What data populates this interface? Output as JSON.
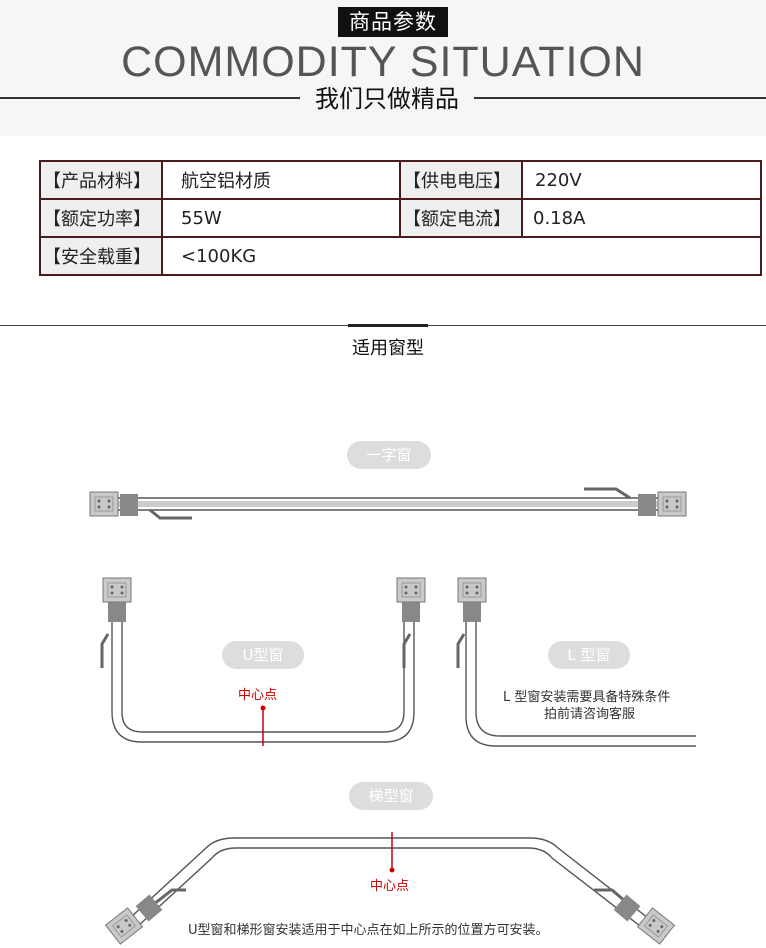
{
  "header": {
    "tag": "商品参数",
    "title_en": "COMMODITY SITUATION",
    "subtitle": "我们只做精品"
  },
  "specs": [
    {
      "label": "【产品材料】",
      "value": "航空铝材质"
    },
    {
      "label": "【供电电压】",
      "value": "220V"
    },
    {
      "label": "【额定功率】",
      "value": "55W"
    },
    {
      "label": "【额定电流】",
      "value": "0.18A"
    },
    {
      "label": "【安全载重】",
      "value": "<100KG"
    }
  ],
  "section": {
    "title": "适用窗型"
  },
  "windows": {
    "straight": {
      "label": "一字窗"
    },
    "u": {
      "label": "U型窗",
      "center": "中心点"
    },
    "l": {
      "label": "L 型窗",
      "note_line1": "L 型窗安装需要具备特殊条件",
      "note_line2": "拍前请咨询客服"
    },
    "trapezoid": {
      "label": "梯型窗",
      "center": "中心点"
    }
  },
  "footer_note": "U型窗和梯形窗安装适用于中心点在如上所示的位置方可安装。"
}
